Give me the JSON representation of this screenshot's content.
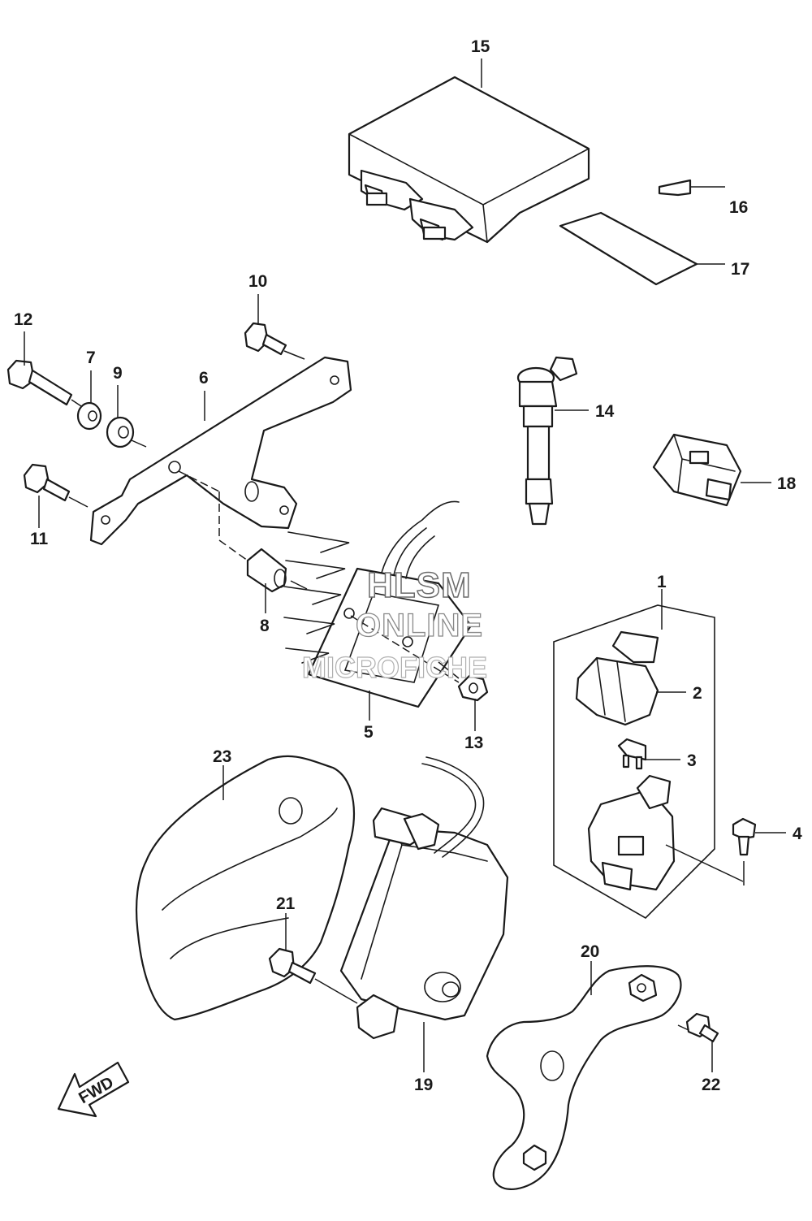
{
  "watermark": {
    "line1": "HLSM",
    "line2": "ONLINE",
    "line3": "MICROFICHE"
  },
  "direction_label": "FWD",
  "callouts": [
    "1",
    "2",
    "3",
    "4",
    "5",
    "6",
    "7",
    "8",
    "9",
    "10",
    "11",
    "12",
    "13",
    "14",
    "15",
    "16",
    "17",
    "18",
    "19",
    "20",
    "21",
    "22",
    "23"
  ],
  "colors": {
    "line": "#1a1a1a",
    "background": "#ffffff",
    "watermark": "#8a8a8a"
  }
}
